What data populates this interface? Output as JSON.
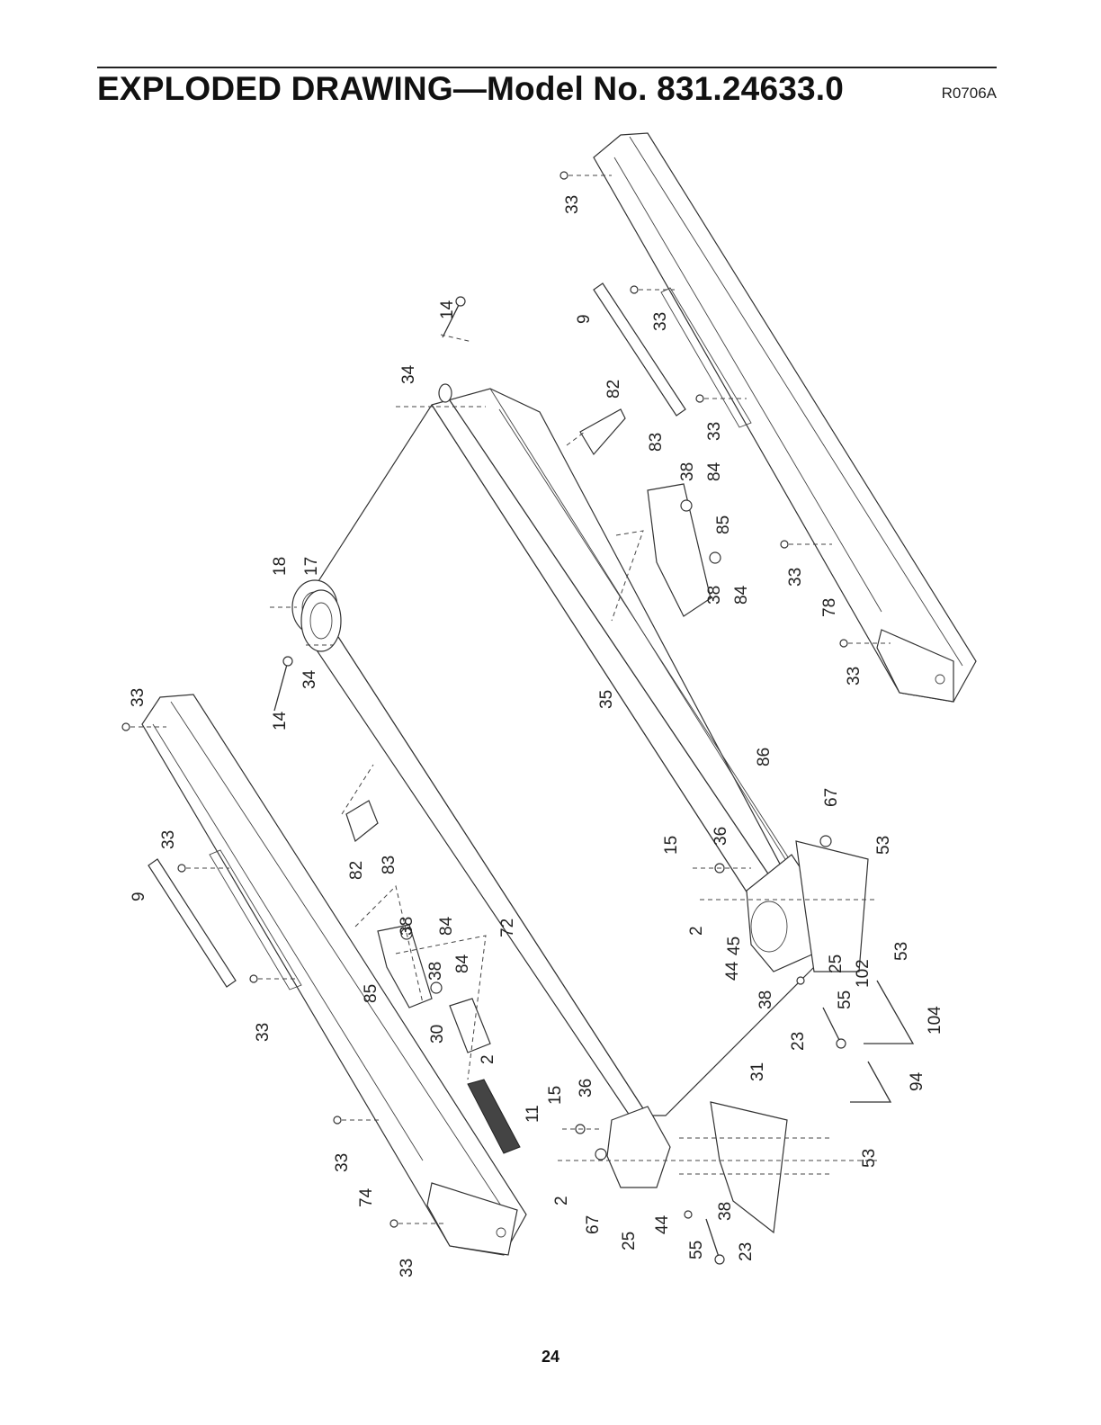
{
  "header": {
    "title": "EXPLODED DRAWING—Model No. 831.24633.0",
    "code": "R0706A"
  },
  "page_number": "24",
  "callouts": [
    {
      "id": "c1",
      "label": "33"
    },
    {
      "id": "c2",
      "label": "14"
    },
    {
      "id": "c3",
      "label": "9"
    },
    {
      "id": "c4",
      "label": "33"
    },
    {
      "id": "c5",
      "label": "34"
    },
    {
      "id": "c6",
      "label": "82"
    },
    {
      "id": "c7",
      "label": "83"
    },
    {
      "id": "c8",
      "label": "33"
    },
    {
      "id": "c9",
      "label": "38"
    },
    {
      "id": "c10",
      "label": "84"
    },
    {
      "id": "c11",
      "label": "85"
    },
    {
      "id": "c12",
      "label": "18"
    },
    {
      "id": "c13",
      "label": "17"
    },
    {
      "id": "c14",
      "label": "38"
    },
    {
      "id": "c15",
      "label": "84"
    },
    {
      "id": "c16",
      "label": "33"
    },
    {
      "id": "c17",
      "label": "78"
    },
    {
      "id": "c18",
      "label": "33"
    },
    {
      "id": "c19",
      "label": "33"
    },
    {
      "id": "c20",
      "label": "14"
    },
    {
      "id": "c21",
      "label": "34"
    },
    {
      "id": "c22",
      "label": "35"
    },
    {
      "id": "c23",
      "label": "86"
    },
    {
      "id": "c24",
      "label": "67"
    },
    {
      "id": "c25",
      "label": "33"
    },
    {
      "id": "c26",
      "label": "9"
    },
    {
      "id": "c27",
      "label": "82"
    },
    {
      "id": "c28",
      "label": "83"
    },
    {
      "id": "c29",
      "label": "15"
    },
    {
      "id": "c30",
      "label": "36"
    },
    {
      "id": "c31",
      "label": "53"
    },
    {
      "id": "c32",
      "label": "38"
    },
    {
      "id": "c33",
      "label": "84"
    },
    {
      "id": "c34",
      "label": "72"
    },
    {
      "id": "c35",
      "label": "2"
    },
    {
      "id": "c36",
      "label": "45"
    },
    {
      "id": "c37",
      "label": "38"
    },
    {
      "id": "c38",
      "label": "84"
    },
    {
      "id": "c39",
      "label": "25"
    },
    {
      "id": "c40",
      "label": "102"
    },
    {
      "id": "c41",
      "label": "53"
    },
    {
      "id": "c42",
      "label": "44"
    },
    {
      "id": "c43",
      "label": "85"
    },
    {
      "id": "c44",
      "label": "30"
    },
    {
      "id": "c45",
      "label": "38"
    },
    {
      "id": "c46",
      "label": "55"
    },
    {
      "id": "c47",
      "label": "2"
    },
    {
      "id": "c48",
      "label": "33"
    },
    {
      "id": "c49",
      "label": "23"
    },
    {
      "id": "c50",
      "label": "104"
    },
    {
      "id": "c51",
      "label": "11"
    },
    {
      "id": "c52",
      "label": "31"
    },
    {
      "id": "c53",
      "label": "15"
    },
    {
      "id": "c54",
      "label": "36"
    },
    {
      "id": "c55",
      "label": "94"
    },
    {
      "id": "c56",
      "label": "33"
    },
    {
      "id": "c57",
      "label": "53"
    },
    {
      "id": "c58",
      "label": "2"
    },
    {
      "id": "c59",
      "label": "74"
    },
    {
      "id": "c60",
      "label": "67"
    },
    {
      "id": "c61",
      "label": "44"
    },
    {
      "id": "c62",
      "label": "38"
    },
    {
      "id": "c63",
      "label": "25"
    },
    {
      "id": "c64",
      "label": "55"
    },
    {
      "id": "c65",
      "label": "23"
    },
    {
      "id": "c66",
      "label": "33"
    }
  ]
}
